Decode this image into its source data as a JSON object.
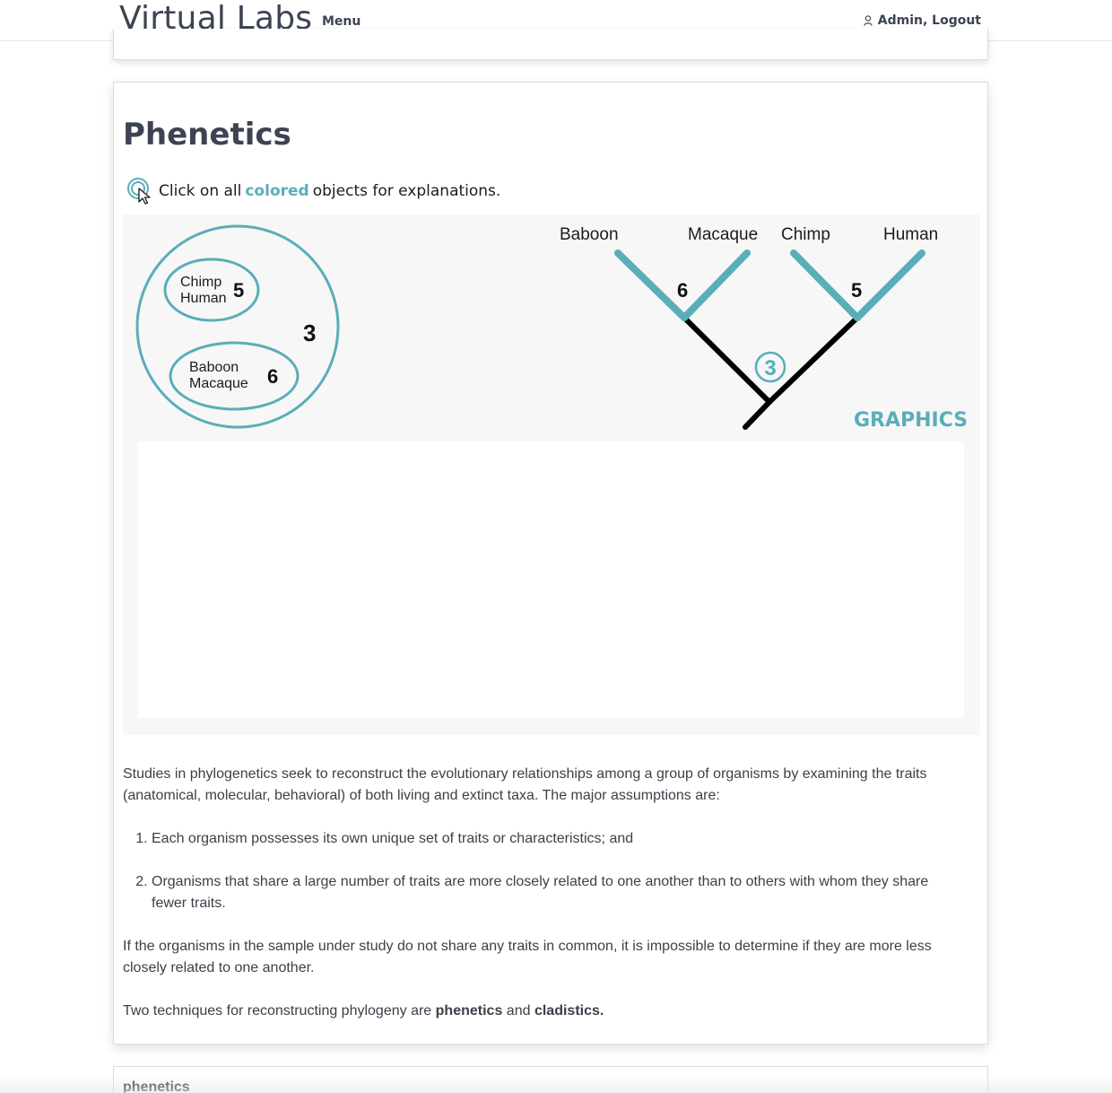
{
  "nav": {
    "brand": "Virtual Labs",
    "menu": "Menu",
    "user": "Admin, Logout"
  },
  "page": {
    "title": "Phenetics",
    "hint_prefix": "Click on all",
    "hint_colored": "colored",
    "hint_suffix": "objects for explanations."
  },
  "venn": {
    "inner_top": [
      "Chimp",
      "Human"
    ],
    "inner_top_count": "5",
    "inner_bottom": [
      "Baboon",
      "Macaque"
    ],
    "inner_bottom_count": "6",
    "outer_count": "3"
  },
  "tree": {
    "taxa": [
      "Baboon",
      "Macaque",
      "Chimp",
      "Human"
    ],
    "left_node": "6",
    "right_node": "5",
    "root_node": "3"
  },
  "graphics_label": "GRAPHICS",
  "content": {
    "intro": "Studies in phylogenetics seek to reconstruct the evolutionary relationships among a group of organisms by examining the traits (anatomical, molecular, behavioral) of both living and extinct taxa. The major assumptions are:",
    "assumptions": [
      "Each organism possesses its own unique set of traits or characteristics; and",
      "Organisms that share a large number of traits are more closely related to one another than to others with whom they share fewer traits."
    ],
    "para2": "If the organisms in the sample under study do not share any traits in common, it is impossible to determine if they are more less closely related to one another.",
    "para3_prefix": "Two techniques for reconstructing phylogeny are",
    "para3_b1": "phenetics",
    "para3_and": "and",
    "para3_b2": "cladistics."
  },
  "next_section": {
    "title": "phenetics"
  },
  "colors": {
    "accent": "#5aaeb8",
    "text": "#3c4049",
    "panel": "#f7f7f7"
  }
}
